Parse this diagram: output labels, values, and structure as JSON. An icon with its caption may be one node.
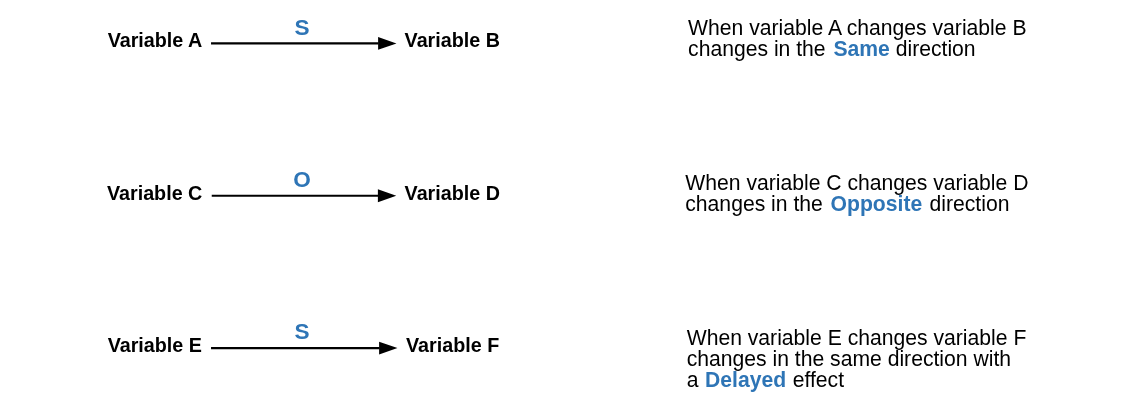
{
  "diagram": {
    "nodes": [
      {
        "text": [
          "Variable A"
        ]
      },
      {
        "text": [
          "Variable B"
        ]
      },
      {
        "text": [
          "Variable C"
        ]
      },
      {
        "text": [
          "Variable D"
        ]
      },
      {
        "text": [
          "Variable E"
        ]
      },
      {
        "text": [
          "Variable F"
        ]
      }
    ],
    "edges": [
      {
        "from": 0,
        "to": 1,
        "arrow": "to",
        "label": "S"
      },
      {
        "from": 2,
        "to": 3,
        "arrow": "to",
        "label": "O"
      },
      {
        "from": 4,
        "to": 5,
        "arrow": "to",
        "label": "S"
      }
    ],
    "labels": [
      "When variable A changes variable B changes in the **Same** direction",
      "When variable C changes variable D changes in the **Opposite** direction",
      "When variable E changes variable F changes in the same direction with a **Delayed** effect"
    ]
  }
}
